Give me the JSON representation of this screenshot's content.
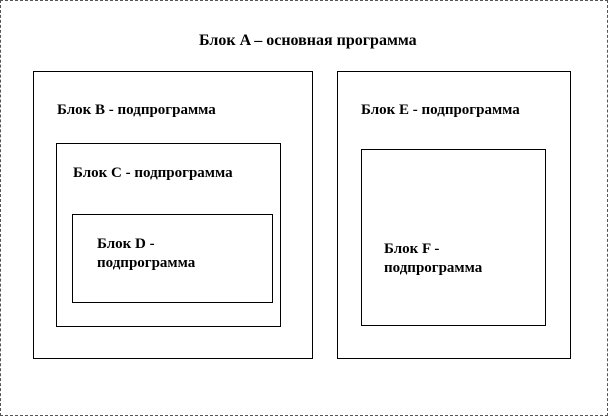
{
  "blocks": {
    "a": {
      "label": "Блок A – основная программа"
    },
    "b": {
      "label": "Блок B - подпрограмма"
    },
    "c": {
      "label": "Блок C - подпрограмма"
    },
    "d": {
      "label": "Блок D -\nподпрограмма"
    },
    "e": {
      "label": "Блок E - подпрограмма"
    },
    "f": {
      "label": "Блок F -\nподпрограмма"
    }
  }
}
